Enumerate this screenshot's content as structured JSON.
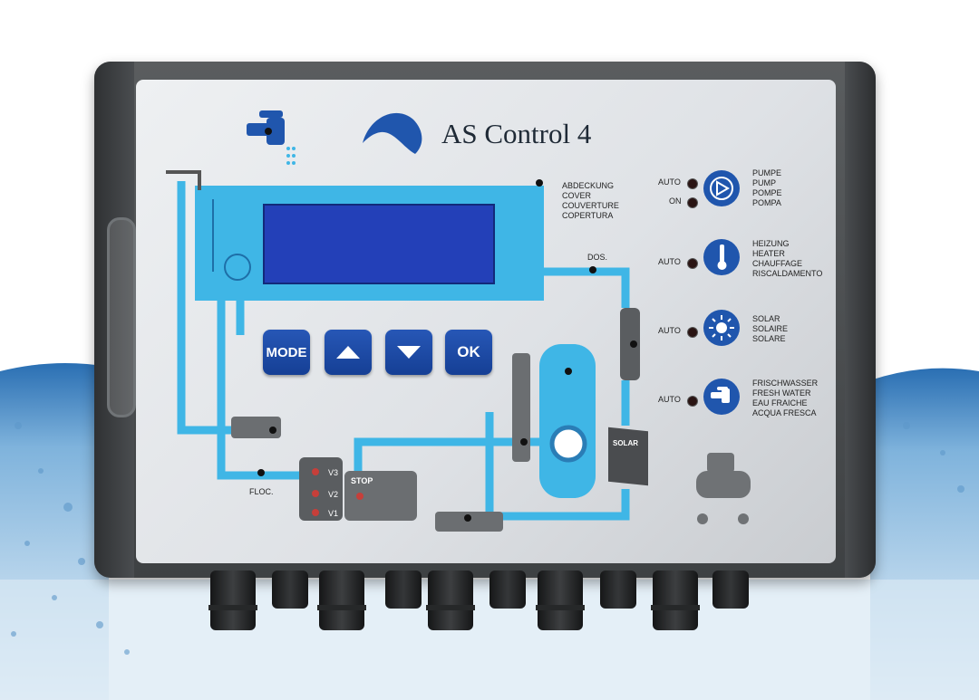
{
  "device": {
    "title": "AS Control 4"
  },
  "keys": {
    "mode": "MODE",
    "ok": "OK"
  },
  "cover_label": [
    "ABDECKUNG",
    "COVER",
    "COUVERTURE",
    "COPERTURA"
  ],
  "diagram_labels": {
    "dos": "DOS.",
    "floc": "FLOC.",
    "v3": "V3",
    "v2": "V2",
    "v1": "V1",
    "stop": "STOP",
    "solar": "SOLAR"
  },
  "status_rows": [
    {
      "leds": [
        "AUTO",
        "ON"
      ],
      "icon": "pump-icon",
      "lines": [
        "PUMPE",
        "PUMP",
        "POMPE",
        "POMPA"
      ]
    },
    {
      "leds": [
        "AUTO"
      ],
      "icon": "thermometer-icon",
      "lines": [
        "HEIZUNG",
        "HEATER",
        "CHAUFFAGE",
        "RISCALDAMENTO"
      ]
    },
    {
      "leds": [
        "AUTO"
      ],
      "icon": "sun-icon",
      "lines": [
        "SOLAR",
        "SOLAIRE",
        "SOLARE"
      ]
    },
    {
      "leds": [
        "AUTO"
      ],
      "icon": "tap-icon",
      "lines": [
        "FRISCHWASSER",
        "FRESH WATER",
        "EAU FRAICHE",
        "ACQUA FRESCA"
      ]
    }
  ],
  "colors": {
    "pipe": "#3fb6e6",
    "brand_blue": "#2056ad",
    "lcd": "#2340b8",
    "housing": "#4a4d50"
  }
}
